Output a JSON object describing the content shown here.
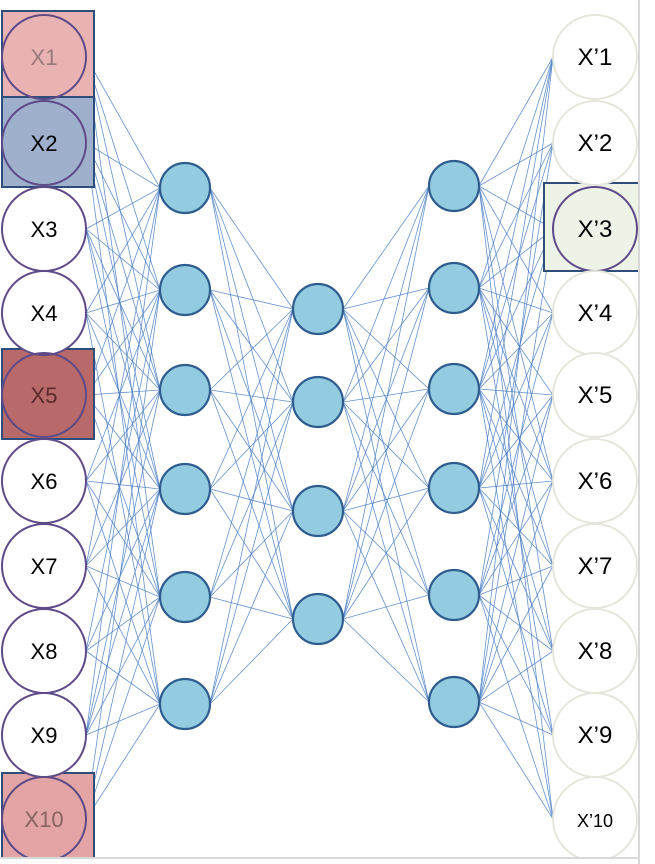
{
  "inputs": [
    {
      "label": "X1",
      "highlight": "#e9b3b3",
      "label_color": "#9a7a7a"
    },
    {
      "label": "X2",
      "highlight": "#9fb0cc",
      "label_color": "#000000"
    },
    {
      "label": "X3",
      "highlight": "",
      "label_color": "#000000"
    },
    {
      "label": "X4",
      "highlight": "",
      "label_color": "#000000"
    },
    {
      "label": "X5",
      "highlight": "#b86a6a",
      "label_color": "#5a2a2a"
    },
    {
      "label": "X6",
      "highlight": "",
      "label_color": "#000000"
    },
    {
      "label": "X7",
      "highlight": "",
      "label_color": "#000000"
    },
    {
      "label": "X8",
      "highlight": "",
      "label_color": "#000000"
    },
    {
      "label": "X9",
      "highlight": "",
      "label_color": "#000000"
    },
    {
      "label": "X10",
      "highlight": "#e2a4a4",
      "label_color": "#8a6262"
    }
  ],
  "outputs": [
    {
      "label": "X’1",
      "highlight": ""
    },
    {
      "label": "X’2",
      "highlight": ""
    },
    {
      "label": "X’3",
      "highlight": "#eef3e8"
    },
    {
      "label": "X’4",
      "highlight": ""
    },
    {
      "label": "X’5",
      "highlight": ""
    },
    {
      "label": "X’6",
      "highlight": ""
    },
    {
      "label": "X’7",
      "highlight": ""
    },
    {
      "label": "X’8",
      "highlight": ""
    },
    {
      "label": "X’9",
      "highlight": ""
    },
    {
      "label": "X’10",
      "highlight": ""
    }
  ],
  "hidden_layers": [
    6,
    4,
    6
  ],
  "colors": {
    "edge": "#4a7fc4",
    "hidden_fill": "#93cbe0",
    "hidden_stroke": "#2e5d8e",
    "input_ring": "#5e4a87",
    "output_ring": "#e6e6dc",
    "highlight_border": "#2e4d7a",
    "output_highlight_ring": "#5e4a87"
  }
}
